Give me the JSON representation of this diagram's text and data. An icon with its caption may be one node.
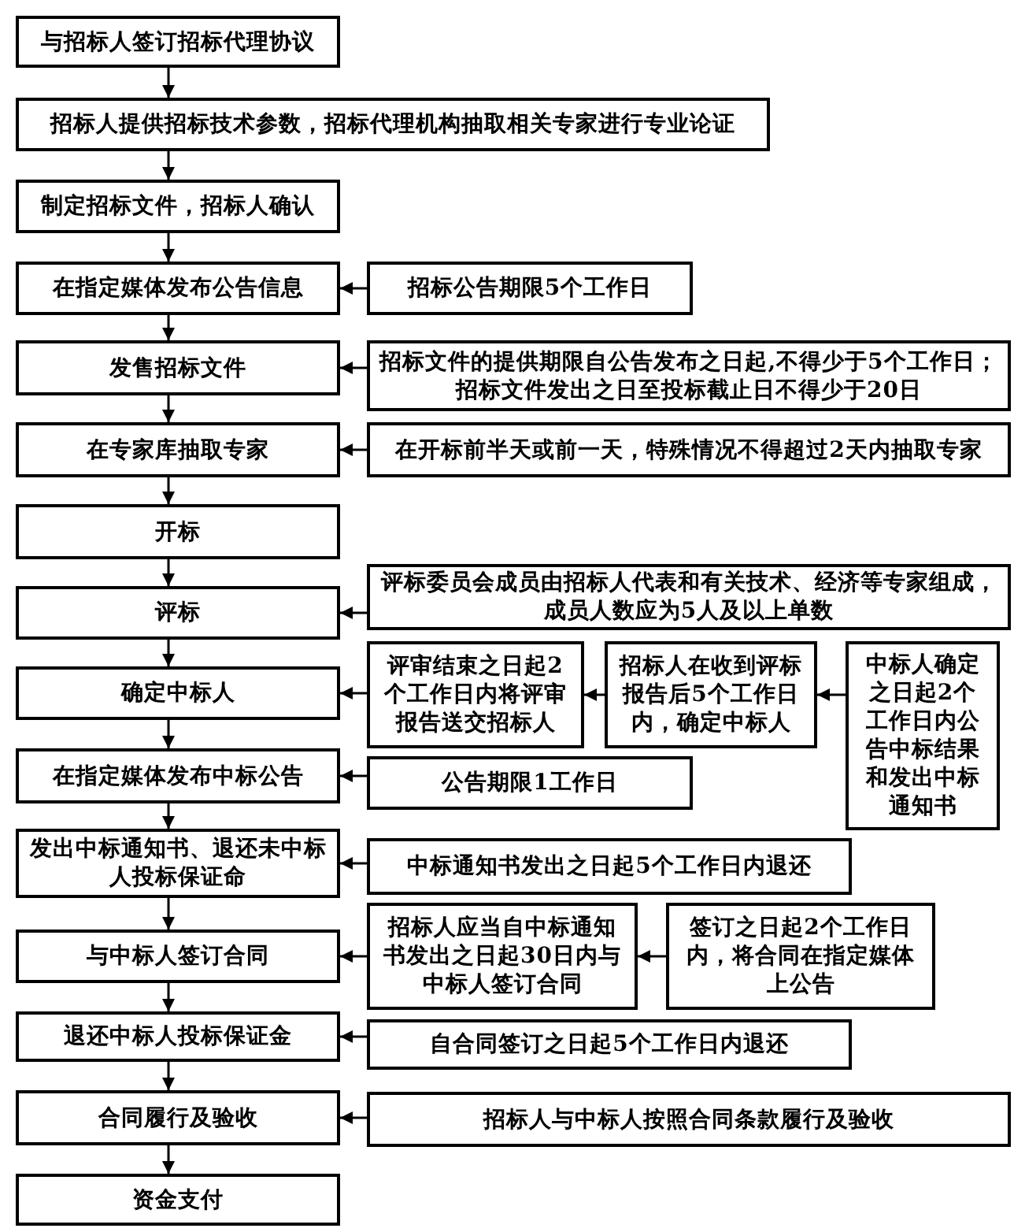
{
  "diagram": {
    "nodes": [
      {
        "text": [
          "与招标人签订招标代理协议"
        ]
      },
      {
        "text": [
          "招标人提供招标技术参数，招标代理机构抽取相关专家进行专业论证"
        ]
      },
      {
        "text": [
          "制定招标文件，招标人确认"
        ]
      },
      {
        "text": [
          "在指定媒体发布公告信息"
        ]
      },
      {
        "text": [
          "招标公告期限5个工作日"
        ]
      },
      {
        "text": [
          "发售招标文件"
        ]
      },
      {
        "text": [
          "招标文件的提供期限自公告发布之日起,不得少于5个工作日；招标文件发出之日至投标截止日不得少于20日"
        ]
      },
      {
        "text": [
          "在专家库抽取专家"
        ]
      },
      {
        "text": [
          "在开标前半天或前一天，特殊情况不得超过2天内抽取专家"
        ]
      },
      {
        "text": [
          "开标"
        ]
      },
      {
        "text": [
          "评标"
        ]
      },
      {
        "text": [
          "评标委员会成员由招标人代表和有关技术、经济等专家组成，成员人数应为5人及以上单数"
        ]
      },
      {
        "text": [
          "确定中标人"
        ]
      },
      {
        "text": [
          "评审结束之日起2个工作日内将评审报告送交招标人"
        ]
      },
      {
        "text": [
          "招标人在收到评标报告后5个工作日内，确定中标人"
        ]
      },
      {
        "text": [
          "中标人确定之日起2个工作日内公告中标结果和发出中标通知书"
        ]
      },
      {
        "text": [
          "在指定媒体发布中标公告"
        ]
      },
      {
        "text": [
          "公告期限1工作日"
        ]
      },
      {
        "text": [
          "发出中标通知书、退还未中标人投标保证命"
        ]
      },
      {
        "text": [
          "中标通知书发出之日起5个工作日内退还"
        ]
      },
      {
        "text": [
          "与中标人签订合同"
        ]
      },
      {
        "text": [
          "招标人应当自中标通知书发出之日起30日内与中标人签订合同"
        ]
      },
      {
        "text": [
          "签订之日起2个工作日内，将合同在指定媒体上公告"
        ]
      },
      {
        "text": [
          "退还中标人投标保证金"
        ]
      },
      {
        "text": [
          "自合同签订之日起5个工作日内退还"
        ]
      },
      {
        "text": [
          "合同履行及验收"
        ]
      },
      {
        "text": [
          "招标人与中标人按照合同条款履行及验收"
        ]
      },
      {
        "text": [
          "资金支付"
        ]
      }
    ],
    "edges": [
      {
        "from": 0,
        "to": 1,
        "arrow": "to"
      },
      {
        "from": 1,
        "to": 2,
        "arrow": "to"
      },
      {
        "from": 2,
        "to": 3,
        "arrow": "to"
      },
      {
        "from": 4,
        "to": 3,
        "arrow": "to"
      },
      {
        "from": 3,
        "to": 5,
        "arrow": "to"
      },
      {
        "from": 6,
        "to": 5,
        "arrow": "to"
      },
      {
        "from": 5,
        "to": 7,
        "arrow": "to"
      },
      {
        "from": 8,
        "to": 7,
        "arrow": "to"
      },
      {
        "from": 7,
        "to": 9,
        "arrow": "to"
      },
      {
        "from": 9,
        "to": 10,
        "arrow": "to"
      },
      {
        "from": 11,
        "to": 10,
        "arrow": "to"
      },
      {
        "from": 10,
        "to": 12,
        "arrow": "to"
      },
      {
        "from": 13,
        "to": 12,
        "arrow": "to"
      },
      {
        "from": 14,
        "to": 13,
        "arrow": "to"
      },
      {
        "from": 15,
        "to": 14,
        "arrow": "to"
      },
      {
        "from": 12,
        "to": 16,
        "arrow": "to"
      },
      {
        "from": 17,
        "to": 16,
        "arrow": "to"
      },
      {
        "from": 16,
        "to": 18,
        "arrow": "to"
      },
      {
        "from": 19,
        "to": 18,
        "arrow": "to"
      },
      {
        "from": 18,
        "to": 20,
        "arrow": "to"
      },
      {
        "from": 21,
        "to": 20,
        "arrow": "to"
      },
      {
        "from": 22,
        "to": 21,
        "arrow": "to"
      },
      {
        "from": 20,
        "to": 23,
        "arrow": "to"
      },
      {
        "from": 24,
        "to": 23,
        "arrow": "to"
      },
      {
        "from": 23,
        "to": 25,
        "arrow": "to"
      },
      {
        "from": 26,
        "to": 25,
        "arrow": "to"
      },
      {
        "from": 25,
        "to": 27,
        "arrow": "to"
      }
    ]
  }
}
